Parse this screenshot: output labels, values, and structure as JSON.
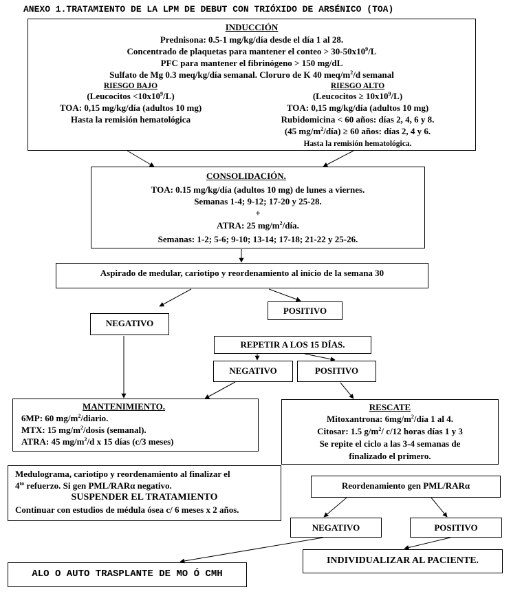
{
  "title": "ANEXO 1.TRATAMIENTO  DE LA LPM DE DEBUT CON TRIÓXIDO DE ARSÉNICO  (TOA)",
  "induccion": {
    "heading": "INDUCCIÓN",
    "line1": "Prednisona: 0.5-1 mg/kg/día desde el día 1 al 28.",
    "line2a": "Concentrado de plaquetas para mantener el conteo > 30-50x10",
    "line2sup": "9",
    "line2b": "/L",
    "line3": "PFC para mantener el fibrinógeno > 150 mg/dL",
    "line4a": "Sulfato de Mg 0.3 meq/kg/día semanal.  Cloruro de K 40 meq/m",
    "line4sup": "2",
    "line4b": "/d semanal",
    "bajo": {
      "heading": "RIESGO BAJO",
      "l1a": "(Leucocitos <10x10",
      "l1sup": "9",
      "l1b": "/L)",
      "l2": "TOA: 0,15 mg/kg/día (adultos 10 mg)",
      "l3": "Hasta la remisión hematológica"
    },
    "alto": {
      "heading": "RIESGO ALTO",
      "l1a": "(Leucocitos ≥ 10x10",
      "l1sup": "9",
      "l1b": "/L)",
      "l2": "TOA: 0,15 mg/kg/día (adultos 10 mg)",
      "l3": "Rubidomicina < 60 años: días 2, 4, 6 y 8.",
      "l4a": "(45 mg/m",
      "l4sup": "2",
      "l4b": "/día) ≥ 60 años: días 2, 4 y 6.",
      "l5": "Hasta la remisión hematológica."
    }
  },
  "consolidacion": {
    "heading": "CONSOLIDACIÓN.",
    "l1": "TOA: 0.15 mg/kg/día (adultos 10 mg) de lunes a viernes.",
    "l2": "Semanas 1-4; 9-12; 17-20 y 25-28.",
    "l3": "+",
    "l4a": "ATRA: 25 mg/m",
    "l4sup": "2",
    "l4b": "/día.",
    "l5": "Semanas: 1-2; 5-6; 9-10; 13-14; 17-18; 21-22 y 25-26."
  },
  "aspirado": "Aspirado de medular, cariotipo y reordenamiento al inicio de la semana 30",
  "negativo1": "NEGATIVO",
  "positivo1": "POSITIVO",
  "repetir": "REPETIR A LOS 15 DÍAS.",
  "negativo2": "NEGATIVO",
  "positivo2": "POSITIVO",
  "mantenimiento": {
    "heading": "MANTENIMIENTO.",
    "l1a": "6MP: 60 mg/m",
    "l1sup": "2",
    "l1b": "/diario.",
    "l2a": "MTX: 15 mg/m",
    "l2sup": "2",
    "l2b": "/dosis (semanal).",
    "l3a": "ATRA: 45 mg/m",
    "l3sup": "2",
    "l3b": "/d x 15 días (c/3 meses)"
  },
  "rescate": {
    "heading": "RESCATE",
    "l1a": "Mitoxantrona: 6mg/m",
    "l1sup": "2",
    "l1b": "/día 1 al 4.",
    "l2a": "Citosar: 1.5 g/m",
    "l2sup": "2",
    "l2b": "/ c/12 horas días 1 y 3",
    "l3": "Se repite el ciclo a las 3-4 semanas de",
    "l4": "finalizado el primero."
  },
  "medulograma": {
    "l1": "Medulograma, cariotipo y reordenamiento  al  finalizar el",
    "l2a": "4",
    "l2sup": "to",
    "l2b": " refuerzo. Si gen PML/RARα negativo.",
    "l3": "SUSPENDER EL TRATAMIENTO",
    "l4": "Continuar con estudios de médula ósea c/ 6 meses x 2 años."
  },
  "reordenamiento": "Reordenamiento gen PML/RARα",
  "negativo3": "NEGATIVO",
  "positivo3": "POSITIVO",
  "trasplante": "ALO O AUTO TRASPLANTE DE MO Ó CMH",
  "individualizar": "INDIVIDUALIZAR AL PACIENTE."
}
